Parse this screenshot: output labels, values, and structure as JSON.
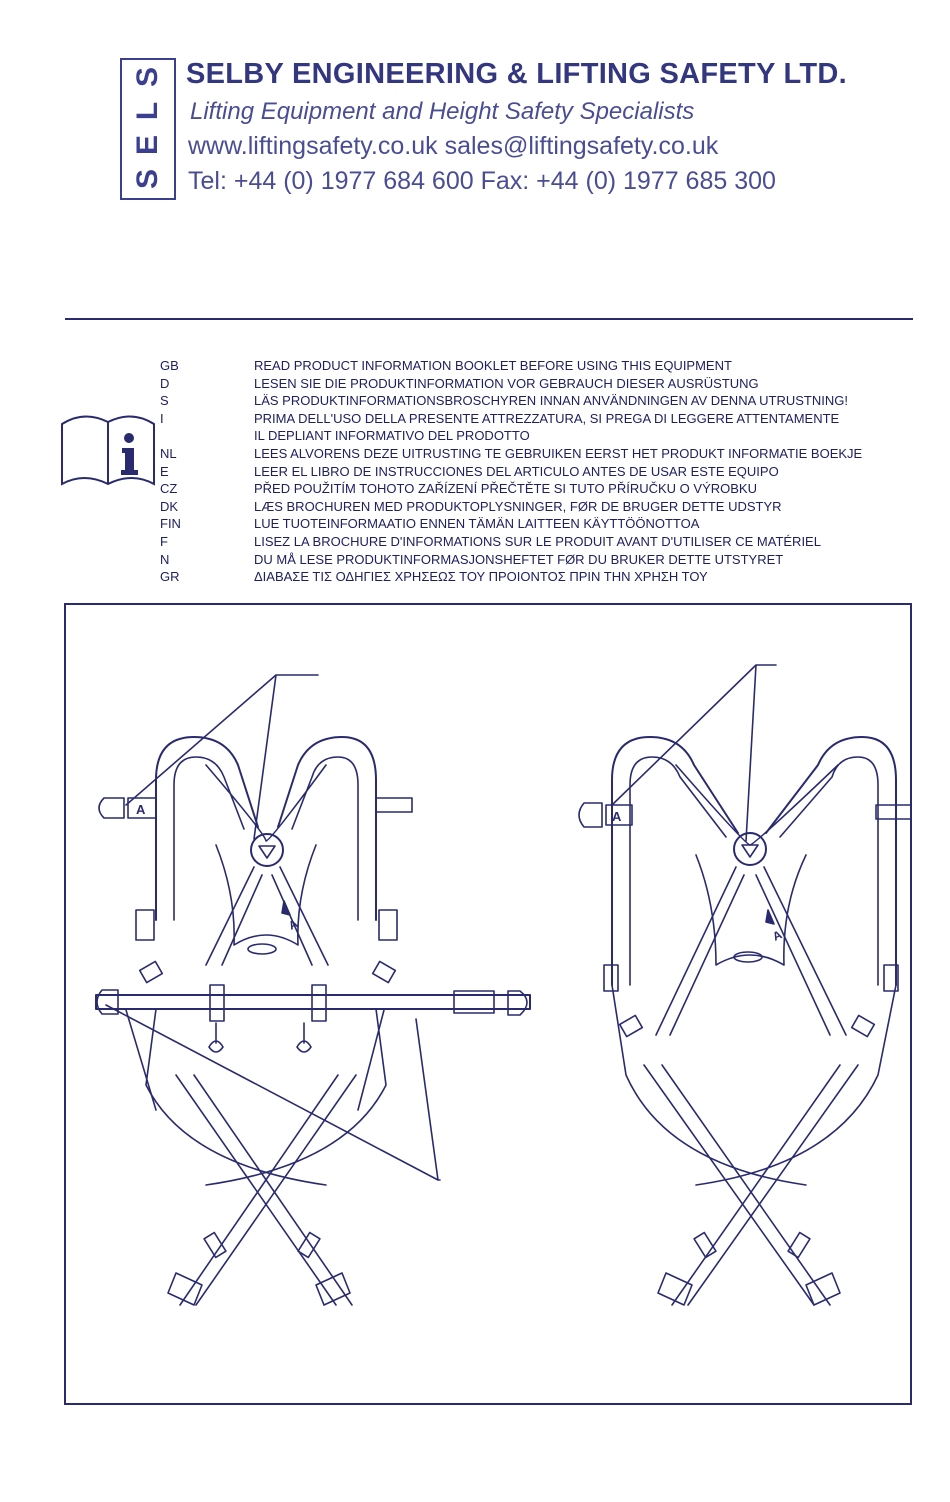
{
  "header": {
    "logo_letters": [
      "S",
      "E",
      "L",
      "S"
    ],
    "company": "SELBY ENGINEERING & LIFTING SAFETY LTD.",
    "tagline": "Lifting Equipment and Height Safety Specialists",
    "contact": "www.liftingsafety.co.uk  sales@liftingsafety.co.uk",
    "phone": "Tel: +44 (0) 1977 684 600    Fax: +44 (0) 1977 685 300"
  },
  "notice": {
    "icon": "information-booklet-icon",
    "rows": [
      {
        "code": "GB",
        "text": "READ PRODUCT INFORMATION BOOKLET BEFORE USING THIS EQUIPMENT"
      },
      {
        "code": "D",
        "text": "LESEN SIE DIE PRODUKTINFORMATION VOR GEBRAUCH DIESER AUSRÜSTUNG"
      },
      {
        "code": "S",
        "text": "LÄS PRODUKTINFORMATIONSBROSCHYREN INNAN ANVÄNDNINGEN AV DENNA UTRUSTNING!"
      },
      {
        "code": "I",
        "text": "PRIMA DELL'USO DELLA PRESENTE ATTREZZATURA, SI PREGA DI LEGGERE ATTENTAMENTE"
      },
      {
        "code": "",
        "text": "IL DEPLIANT INFORMATIVO DEL PRODOTTO"
      },
      {
        "code": "NL",
        "text": "LEES ALVORENS DEZE UITRUSTING TE GEBRUIKEN EERST HET PRODUKT INFORMATIE BOEKJE"
      },
      {
        "code": "E",
        "text": "LEER EL LIBRO DE INSTRUCCIONES DEL ARTICULO ANTES DE USAR ESTE EQUIPO"
      },
      {
        "code": "CZ",
        "text": "PŘED POUŽITÍM TOHOTO ZAŘÍZENÍ PŘEČTĚTE SI TUTO PŘÍRUČKU O VÝROBKU"
      },
      {
        "code": "DK",
        "text": "LÆS BROCHUREN MED PRODUKTOPLYSNINGER, FØR DE BRUGER DETTE UDSTYR"
      },
      {
        "code": "FIN",
        "text": "LUE TUOTEINFORMAATIO ENNEN TÄMÄN LAITTEEN KÄYTTÖÖNOTTOA"
      },
      {
        "code": "F",
        "text": "LISEZ LA BROCHURE D'INFORMATIONS SUR LE PRODUIT AVANT D'UTILISER CE MATÉRIEL"
      },
      {
        "code": "N",
        "text": "DU MÅ LESE PRODUKTINFORMASJONSHEFTET FØR DU BRUKER DETTE UTSTYRET"
      },
      {
        "code": "GR",
        "text": "ΔΙΑΒΑΣΕ ΤΙΣ ΟΔΗΓΙΕΣ ΧΡΗΣΕΩΣ ΤΟΥ ΠΡΟΙΟΝΤΟΣ ΠΡΙΝ ΤΗΝ ΧΡΗΣΗ ΤΟΥ"
      }
    ]
  },
  "figure": {
    "left_harness": {
      "label_a": "A",
      "arrow_label": "A"
    },
    "right_harness": {
      "label_a": "A",
      "arrow_label": "A"
    }
  },
  "colors": {
    "ink": "#2a2b6e",
    "brand": "#3c3f8f"
  }
}
